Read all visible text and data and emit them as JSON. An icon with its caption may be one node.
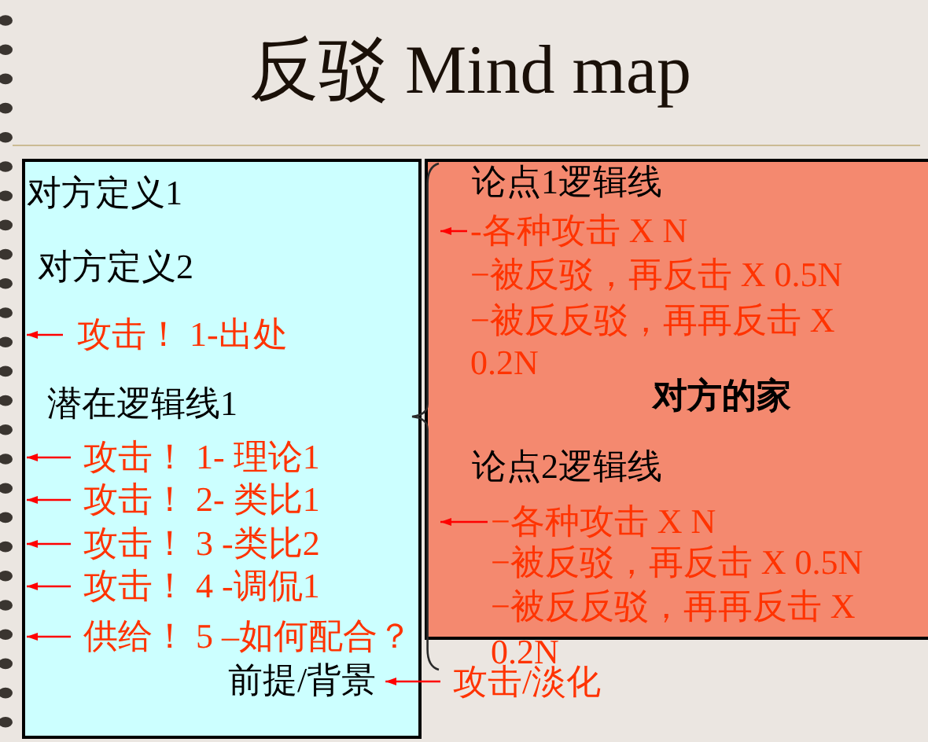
{
  "diagram": {
    "title": "反驳 Mind map",
    "nodes": [
      {
        "text": [],
        "shape": "box"
      },
      {
        "text": [
          "对方定义1"
        ],
        "in": 0
      },
      {
        "text": [
          "对方定义2"
        ],
        "in": 0
      },
      {
        "text": [
          "攻击！ 1-出处"
        ],
        "in": 0
      },
      {
        "text": [
          "潜在逻辑线1"
        ],
        "in": 0
      },
      {
        "text": [
          "攻击！ 1- 理论1"
        ],
        "in": 0
      },
      {
        "text": [
          "攻击！ 2- 类比1"
        ],
        "in": 0
      },
      {
        "text": [
          "攻击！ 3 -类比2"
        ],
        "in": 0
      },
      {
        "text": [
          "攻击！ 4 -调侃1"
        ],
        "in": 0
      },
      {
        "text": [
          "供给！ 5 –如何配合？"
        ],
        "in": 0
      },
      {
        "text": [
          "前提/背景"
        ],
        "in": 0
      },
      {
        "text": [
          "对方的家"
        ]
      },
      {
        "text": [
          "论点1逻辑线"
        ],
        "in": 11
      },
      {
        "text": [
          "-各种攻击 X N"
        ],
        "in": 11
      },
      {
        "text": [
          "−被反驳，再反击 X 0.5N"
        ],
        "in": 11
      },
      {
        "text": [
          "−被反反驳，再再反击 X 0.2N"
        ],
        "in": 11
      },
      {
        "text": [
          "论点2逻辑线"
        ],
        "in": 11
      },
      {
        "text": [
          "−各种攻击 X N"
        ],
        "in": 11
      },
      {
        "text": [
          "−被反驳，再反击 X 0.5N"
        ],
        "in": 11
      },
      {
        "text": [
          "−被反反驳，再再反击 X 0.2N"
        ]
      },
      {
        "text": [
          "攻击/淡化"
        ]
      },
      {
        "text": [],
        "shape": "brace"
      }
    ],
    "edges": [
      {
        "from": 3,
        "to": null,
        "arrow": "to"
      },
      {
        "from": 5,
        "to": null,
        "arrow": "to"
      },
      {
        "from": 6,
        "to": null,
        "arrow": "to"
      },
      {
        "from": 7,
        "to": null,
        "arrow": "to"
      },
      {
        "from": 8,
        "to": null,
        "arrow": "to"
      },
      {
        "from": 9,
        "to": null,
        "arrow": "to"
      },
      {
        "from": 20,
        "to": 10,
        "arrow": "to"
      },
      {
        "from": 13,
        "to": 21,
        "arrow": "to"
      },
      {
        "from": 17,
        "to": 21,
        "arrow": "to"
      }
    ]
  }
}
